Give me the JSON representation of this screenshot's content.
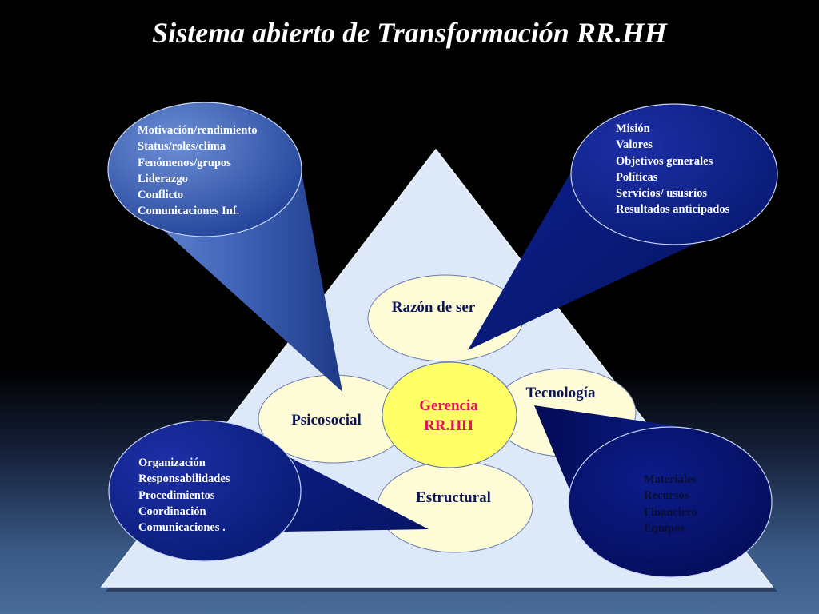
{
  "title": "Sistema abierto de Transformación RR.HH",
  "center": {
    "line1": "Gerencia",
    "line2": "RR.HH"
  },
  "nodes": {
    "razon": "Razón de ser",
    "psicosocial": "Psicosocial",
    "tecnologia": "Tecnología",
    "estructural": "Estructural"
  },
  "callouts": {
    "psicosocial": [
      "Motivación/rendimiento",
      "Status/roles/clima",
      "Fenómenos/grupos",
      "Liderazgo",
      "Conflicto",
      "Comunicaciones Inf."
    ],
    "razon": [
      "Misión",
      "Valores",
      "Objetivos generales",
      "Políticas",
      "Servicios/ ususrios",
      "Resultados anticipados"
    ],
    "estructural": [
      "Organización",
      "Responsabilidades",
      "Procedimientos",
      "Coordinación",
      "Comunicaciones ."
    ],
    "tecnologia": [
      "Materiales",
      "Recursos",
      "Financiero",
      "Equipos"
    ]
  },
  "colors": {
    "triangle": "#dde9f8",
    "node_fill": "#fefcd6",
    "center_fill": "#ffff66",
    "center_text": "#e0115f",
    "callout_navy": "#0a1e8a",
    "callout_blue": "#3f63b8"
  }
}
